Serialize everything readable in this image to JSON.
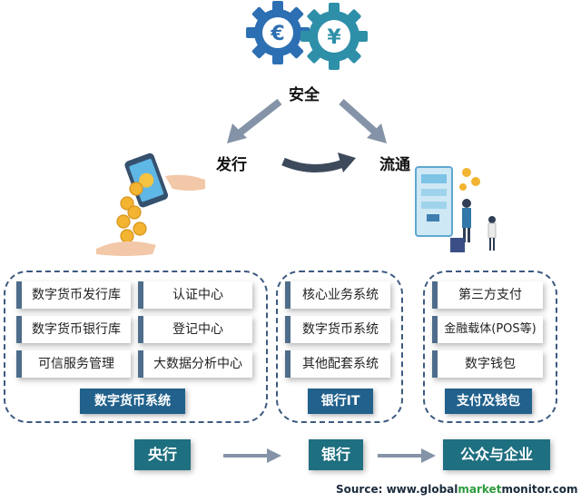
{
  "top": {
    "security": "安全",
    "issue": "发行",
    "circulation": "流通"
  },
  "icons": {
    "euro": "€",
    "yen": "¥"
  },
  "panel_digital": {
    "items": [
      "数字货币发行库",
      "认证中心",
      "数字货币银行库",
      "登记中心",
      "可信服务管理",
      "大数据分析中心"
    ],
    "title": "数字货币系统"
  },
  "panel_bank": {
    "items": [
      "核心业务系统",
      "数字货币系统",
      "其他配套系统"
    ],
    "title": "银行IT"
  },
  "panel_pay": {
    "items": [
      "第三方支付",
      "金融载体(POS等)",
      "数字钱包"
    ],
    "title": "支付及钱包"
  },
  "flow": {
    "central": "央行",
    "bank": "银行",
    "public": "公众与企业"
  },
  "source": {
    "prefix": "Source: www.",
    "global": "global",
    "market": "market",
    "monitor": "monitor",
    "suffix": ".com"
  },
  "colors": {
    "gear_blue": "#2c6fb2",
    "gear_teal": "#2e8fa8",
    "tag": "#21618c",
    "flow": "#1e6f80",
    "arrow": "#8593a8"
  }
}
